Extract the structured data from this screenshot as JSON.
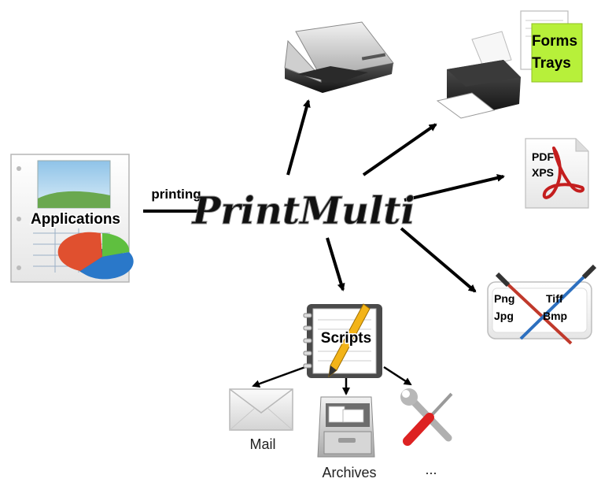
{
  "center": {
    "title": "PrintMulti"
  },
  "source": {
    "label": "Applications",
    "edge_label": "printing"
  },
  "outputs": {
    "forms_trays": {
      "line1": "Forms",
      "line2": "Trays"
    },
    "pdf_xps": {
      "line1": "PDF",
      "line2": "XPS"
    },
    "images": {
      "png": "Png",
      "jpg": "Jpg",
      "tiff": "Tiff",
      "bmp": "Bmp"
    },
    "scripts": {
      "label": "Scripts"
    }
  },
  "script_targets": [
    {
      "label": "Mail"
    },
    {
      "label": "Archives"
    },
    {
      "label": "..."
    }
  ],
  "colors": {
    "arrow": "#000000",
    "note_green": "#b7f03a",
    "pdf_red": "#c41e1e",
    "pie_blue": "#2a78c9"
  }
}
